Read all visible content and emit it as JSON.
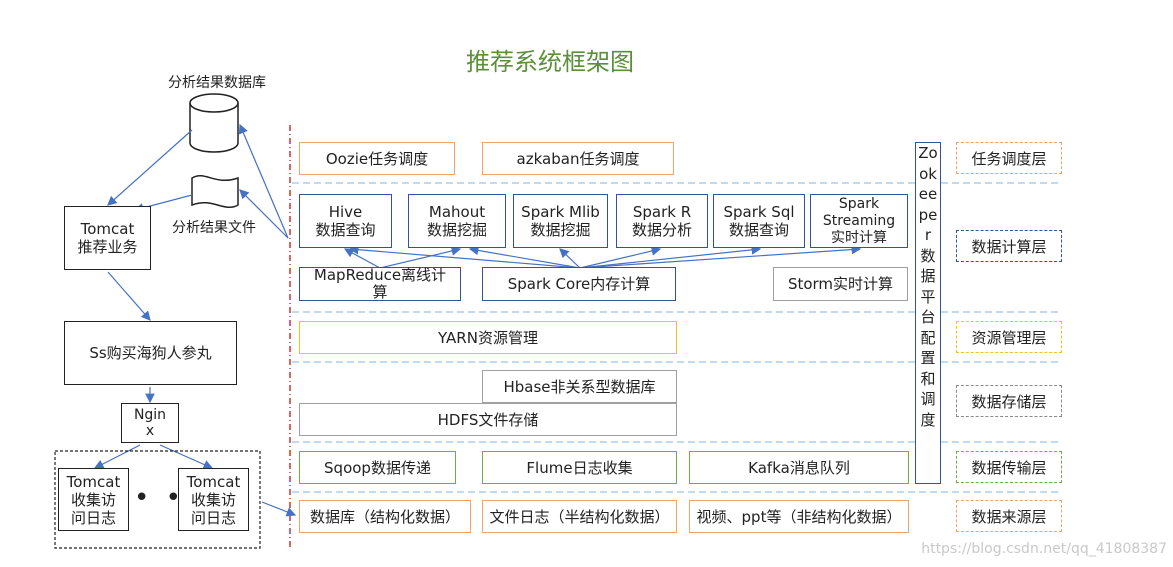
{
  "title": "推荐系统框架图",
  "left": {
    "db_label": "分析结果数据库",
    "file_label": "分析结果文件",
    "tomcat_biz": "Tomcat\n推荐业务",
    "shop": "Ss购买海狗人参丸",
    "nginx": "Ngin\nx",
    "tomcat_log_1": "Tomcat\n收集访\n问日志",
    "tomcat_log_2": "Tomcat\n收集访\n问日志",
    "dots": "• • •"
  },
  "tasks": {
    "oozie": "Oozie任务调度",
    "azkaban": "azkaban任务调度"
  },
  "compute": {
    "hive": "Hive\n数据查询",
    "mahout": "Mahout\n数据挖掘",
    "spark_mlib": "Spark Mlib\n数据挖掘",
    "spark_r": "Spark R\n数据分析",
    "spark_sql": "Spark Sql\n数据查询",
    "spark_streaming": "Spark\nStreaming\n实时计算",
    "mapreduce": "MapReduce离线计\n算",
    "spark_core": "Spark Core内存计算",
    "storm": "Storm实时计算"
  },
  "resource": {
    "yarn": "YARN资源管理"
  },
  "storage": {
    "hbase": "Hbase非关系型数据库",
    "hdfs": "HDFS文件存储"
  },
  "transfer": {
    "sqoop": "Sqoop数据传递",
    "flume": "Flume日志收集",
    "kafka": "Kafka消息队列"
  },
  "source": {
    "db": "数据库（结构化数据）",
    "file_log": "文件日志（半结构化数据）",
    "video": "视频、ppt等（非结构化数据）"
  },
  "zookeeper": "Zookeeper数据平台配置和调度",
  "layers": {
    "task": "任务调度层",
    "compute": "数据计算层",
    "resource": "资源管理层",
    "storage": "数据存储层",
    "transfer": "数据传输层",
    "source": "数据来源层"
  },
  "watermark": "https://blog.csdn.net/qq_41808387",
  "colors": {
    "title": "#5b8f3a",
    "orange": "#f2a26b",
    "blue": "#2f5597",
    "yellow": "#f0c419",
    "green": "#70ad47",
    "red_divider": "#c00000"
  }
}
